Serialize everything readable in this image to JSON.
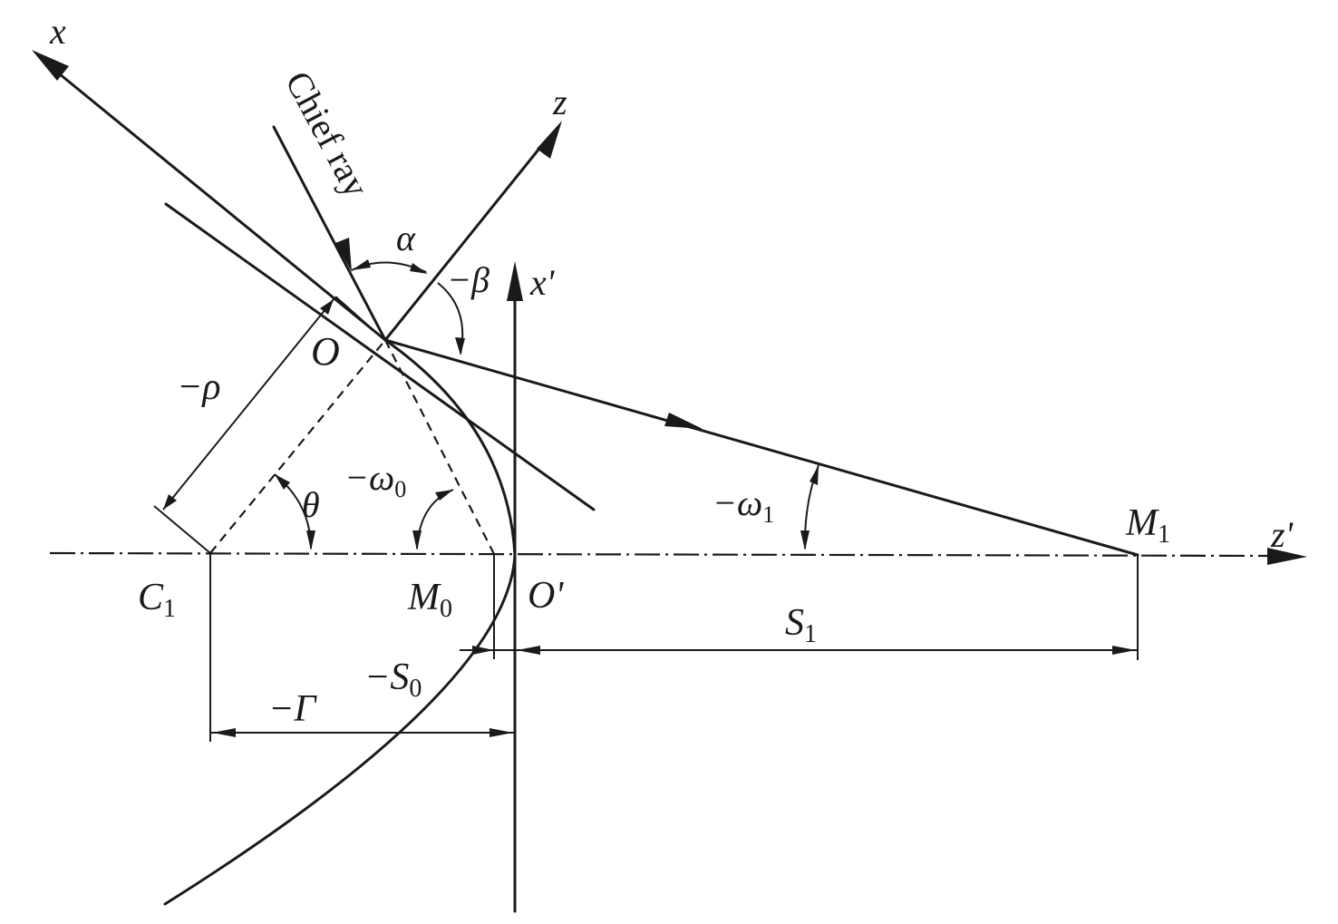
{
  "labels": {
    "x": "x",
    "z": "z",
    "x_prime": "x'",
    "z_prime": "z'",
    "chief_ray": "Chief ray",
    "alpha": "α",
    "beta": "−β",
    "O": "O",
    "rho": "−ρ",
    "theta": "θ",
    "omega0": "−ω",
    "omega0_sub": "0",
    "omega1": "−ω",
    "omega1_sub": "1",
    "C": "C",
    "C_sub": "1",
    "M0": "M",
    "M0_sub": "0",
    "O_prime": "O'",
    "M1": "M",
    "M1_sub": "1",
    "S1": "S",
    "S1_sub": "1",
    "S0": "−S",
    "S0_sub": "0",
    "Gamma": "−Γ"
  }
}
